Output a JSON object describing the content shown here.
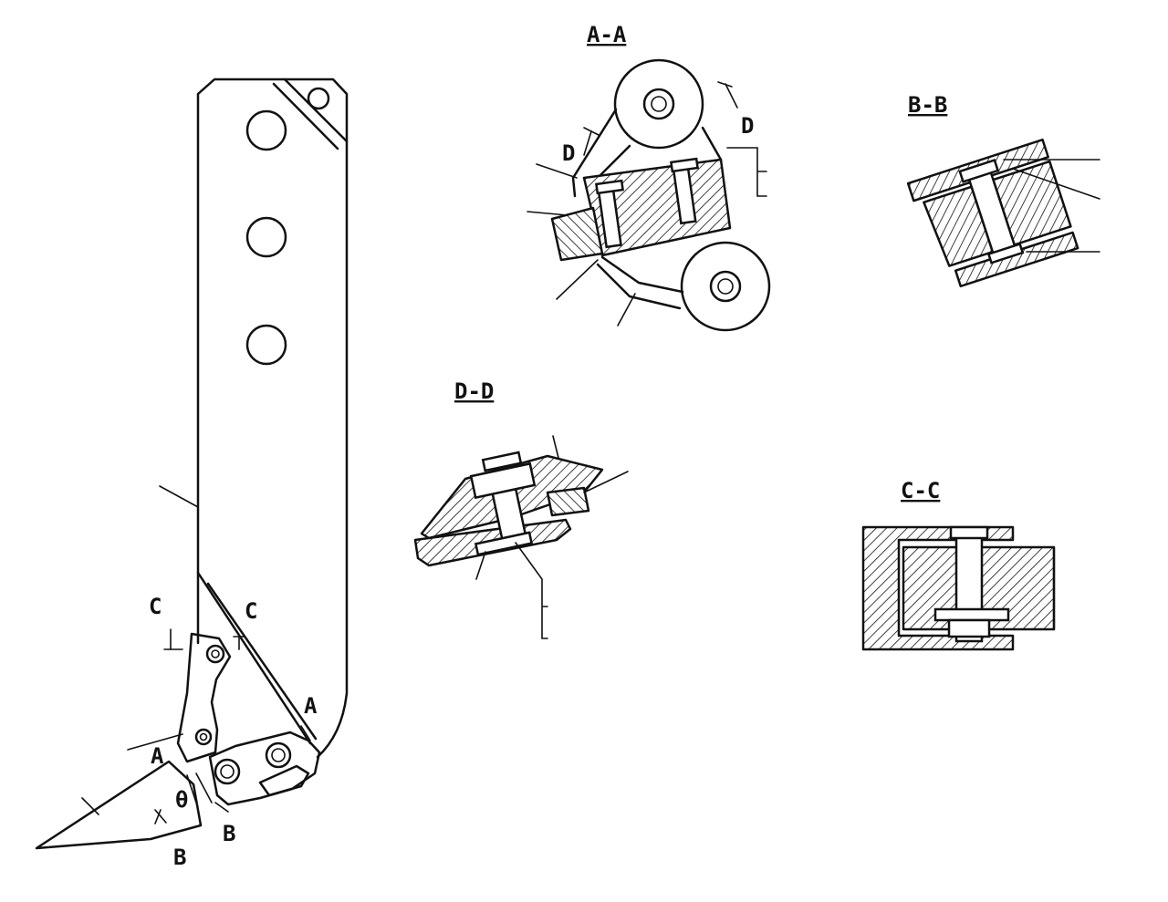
{
  "section_titles": {
    "aa": "A-A",
    "bb": "B-B",
    "cc": "C-C",
    "dd": "D-D"
  },
  "main_view_markers": {
    "c_left": "C",
    "c_right": "C",
    "a_left": "A",
    "a_right": "A",
    "b_left": "B",
    "b_right": "B",
    "theta": "θ"
  },
  "aa_view_markers": {
    "d_left": "D",
    "d_right": "D"
  }
}
